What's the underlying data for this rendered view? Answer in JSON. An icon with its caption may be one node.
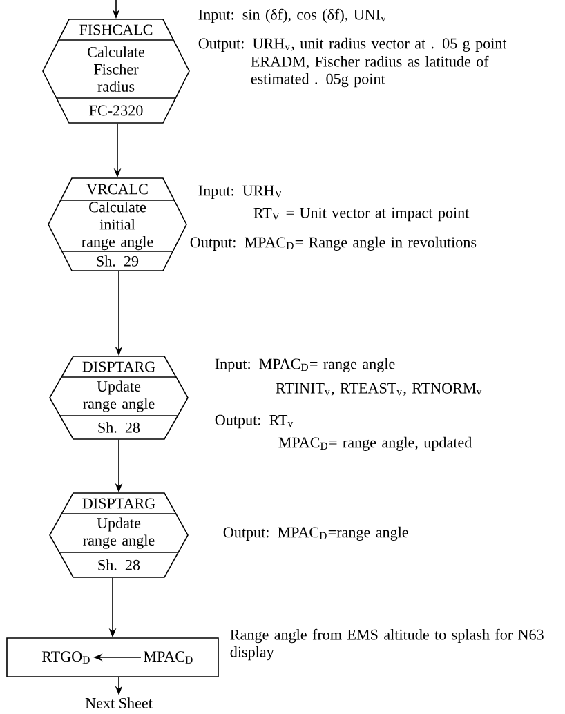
{
  "diagram": {
    "nodes": [
      {
        "text": [
          "FISHCALC",
          "Calculate Fischer radius",
          "FC-2320"
        ],
        "beside": [
          "Input: sin (δf), cos (δf), UNI$_{v}$",
          "Output: URH$_{v}$, unit radius vector at . 05 g point",
          "ERADM, Fischer radius as latitude of estimated . 05g point"
        ]
      },
      {
        "text": [
          "VRCALC",
          "Calculate initial range angle",
          "Sh. 29"
        ],
        "beside": [
          "Input: URH$_{V}$",
          "RT$_{V}$ = Unit vector at impact point",
          "Output: MPAC$_{D}$= Range angle in revolutions"
        ]
      },
      {
        "text": [
          "DISPTARG",
          "Update range angle",
          "Sh. 28"
        ],
        "beside": [
          "Input: MPAC$_{D}$= range angle",
          "RTINIT$_{v}$, RTEAST$_{v}$, RTNORM$_{v}$",
          "Output: RT$_{v}$",
          "MPAC$_{D}$= range angle, updated"
        ]
      },
      {
        "text": [
          "DISPTARG",
          "Update range angle",
          "Sh. 28"
        ],
        "beside": [
          "Output: MPAC$_{D}$=range angle"
        ]
      },
      {
        "text": [],
        "shape": "box",
        "beside": [
          "Range angle from EMS altitude to splash for N63 display"
        ]
      },
      {
        "text": [
          "RTGO$_{D}$"
        ],
        "in": 4
      },
      {
        "text": [
          "MPAC$_{D}$"
        ],
        "in": 4
      },
      {
        "text": [
          "Next Sheet"
        ]
      }
    ],
    "edges": [
      {
        "from": null,
        "to": 0,
        "arrow": "to"
      },
      {
        "from": 0,
        "to": 1,
        "arrow": "to"
      },
      {
        "from": 1,
        "to": 2,
        "arrow": "to"
      },
      {
        "from": 2,
        "to": 3,
        "arrow": "to"
      },
      {
        "from": 3,
        "to": 4,
        "arrow": "to"
      },
      {
        "from": 6,
        "to": 5,
        "arrow": "to"
      },
      {
        "from": 4,
        "to": 7,
        "arrow": "to"
      }
    ]
  }
}
